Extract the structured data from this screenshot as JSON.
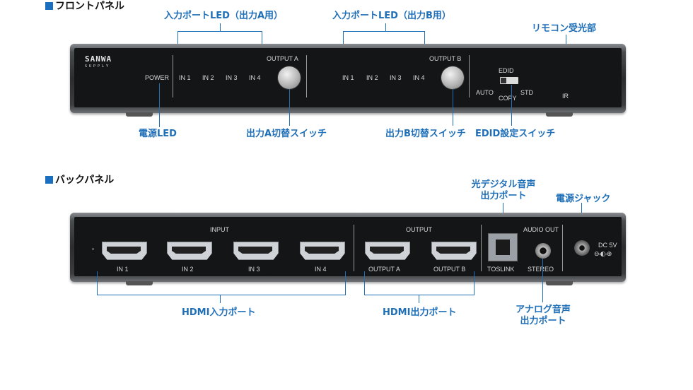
{
  "colors": {
    "accent": "#1f6fb8",
    "panel": "#141517"
  },
  "front": {
    "heading": "フロントパネル",
    "callouts": {
      "input_a": "入力ポートLED（出力A用）",
      "input_b": "入力ポートLED（出力B用）",
      "remote": "リモコン受光部",
      "power_led": "電源LED",
      "switch_a": "出力A切替スイッチ",
      "switch_b": "出力B切替スイッチ",
      "edid_switch": "EDID設定スイッチ"
    },
    "labels": {
      "logo_main": "SANWA",
      "logo_sub": "SUPPLY",
      "power": "POWER",
      "in1": "IN 1",
      "in2": "IN 2",
      "in3": "IN 3",
      "in4": "IN 4",
      "output_a": "OUTPUT A",
      "output_b": "OUTPUT B",
      "edid": "EDID",
      "auto": "AUTO",
      "std": "STD",
      "copy": "COPY",
      "ir": "IR"
    }
  },
  "back": {
    "heading": "バックパネル",
    "callouts": {
      "optical": "光デジタル音声\n出力ポート",
      "power_jack": "電源ジャック",
      "hdmi_in": "HDMI入力ポート",
      "hdmi_out": "HDMI出力ポート",
      "analog": "アナログ音声\n出力ポート"
    },
    "labels": {
      "input": "INPUT",
      "output": "OUTPUT",
      "audio_out": "AUDIO OUT",
      "in1": "IN 1",
      "in2": "IN 2",
      "in3": "IN 3",
      "in4": "IN 4",
      "out_a": "OUTPUT A",
      "out_b": "OUTPUT B",
      "toslink": "TOSLINK",
      "stereo": "STEREO",
      "dc": "DC 5V"
    }
  }
}
